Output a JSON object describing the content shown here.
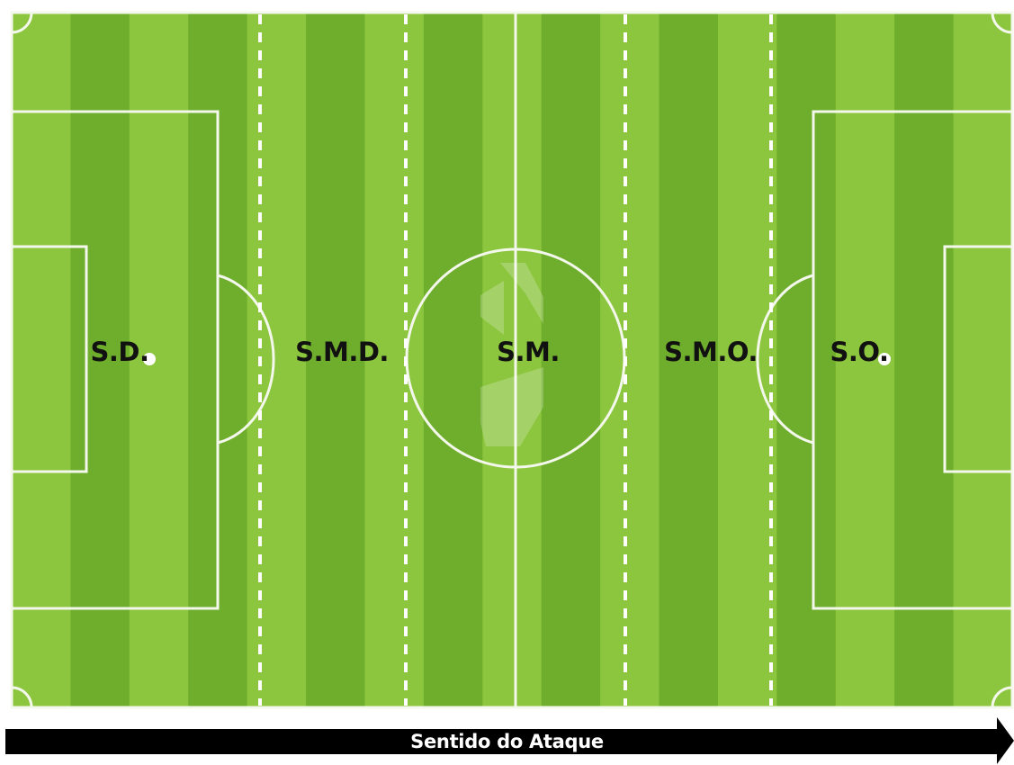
{
  "pitch": {
    "grass_light": "#8cc63e",
    "grass_dark": "#6fae2c",
    "line_color": "#f4f8ec"
  },
  "zones": [
    {
      "id": "sd",
      "label": "S.D."
    },
    {
      "id": "smd",
      "label": "S.M.D."
    },
    {
      "id": "sm",
      "label": "S.M."
    },
    {
      "id": "smo",
      "label": "S.M.O."
    },
    {
      "id": "so",
      "label": "S.O."
    }
  ],
  "arrow": {
    "label": "Sentido do Ataque",
    "color": "#000000"
  }
}
